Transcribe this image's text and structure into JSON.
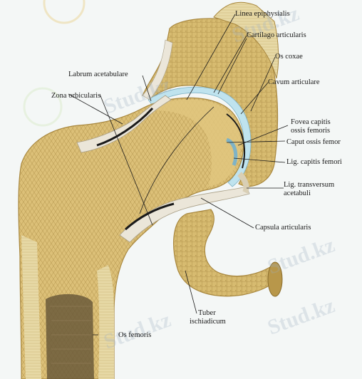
{
  "labels": {
    "linea_epiphysialis": "Linea epiphysialis",
    "cartilago_articularis": "Cartilago articularis",
    "os_coxae": "Os coxae",
    "labrum_acetabulare": "Labrum acetabulare",
    "cavum_articulare": "Cavum articulare",
    "zona_orbicularis": "Zona orbicularis",
    "fovea_capitis_1": "Fovea capitis",
    "fovea_capitis_2": "ossis femoris",
    "caput_ossis_femoris": "Caput ossis femor",
    "lig_capitis_femoris": "Lig. capitis femori",
    "lig_transversum_1": "Lig. transversum",
    "lig_transversum_2": "acetabuli",
    "capsula_articularis": "Capsula articularis",
    "tuber_ischiadicum_1": "Tuber",
    "tuber_ischiadicum_2": "ischiadicum",
    "os_femoris": "Os femoris"
  },
  "watermark": "Stud.kz",
  "colors": {
    "bone": "#d9bd72",
    "bone_dark": "#b8974a",
    "cartilage": "#bfe3ee",
    "capsule": "#ebe6d9",
    "cavity": "#1a1a1a",
    "marrow": "#6b5a3a"
  }
}
